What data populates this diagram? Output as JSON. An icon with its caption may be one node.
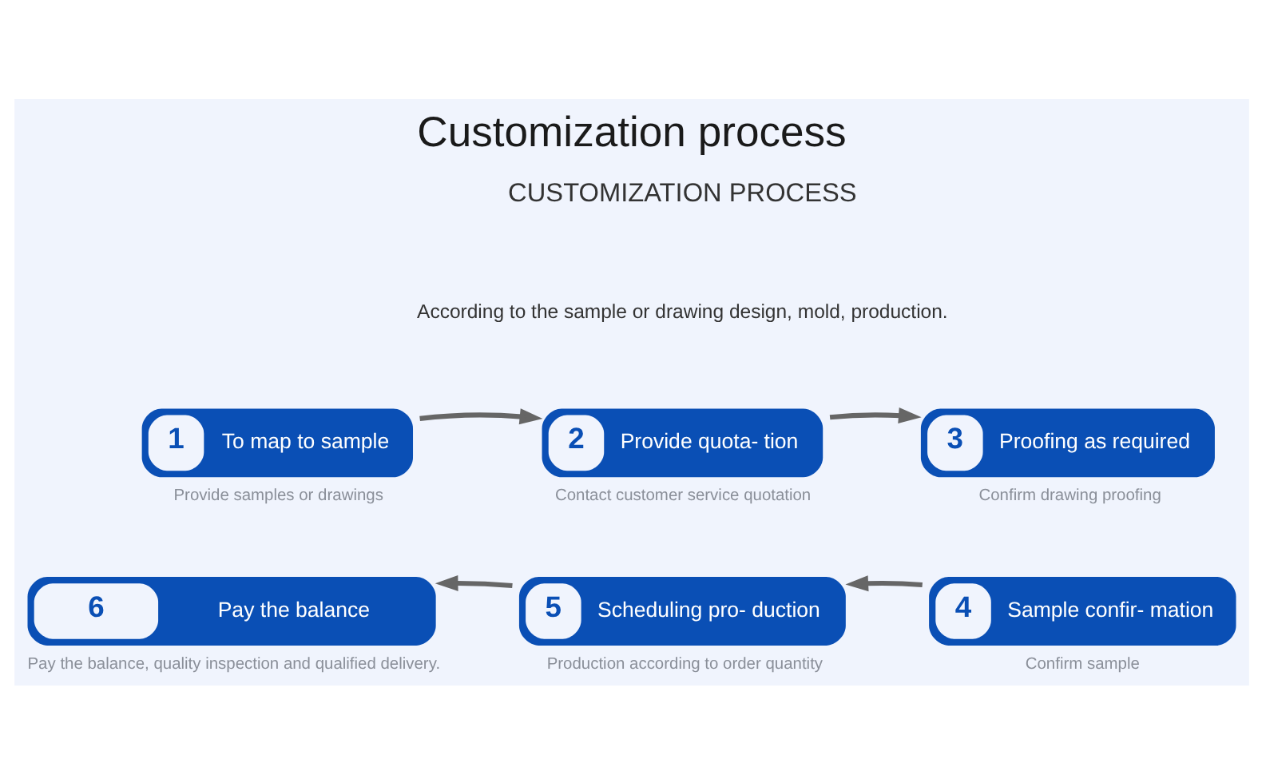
{
  "diagram": {
    "title": "Customization process",
    "nodes": [
      {
        "text": [
          "1",
          "To map to sample"
        ],
        "beside": [
          "Provide samples or drawings"
        ]
      },
      {
        "text": [
          "2",
          "Provide quota- tion"
        ],
        "beside": [
          "Contact customer service quotation"
        ]
      },
      {
        "text": [
          "3",
          "Proofing as required"
        ],
        "beside": [
          "Confirm drawing proofing"
        ]
      },
      {
        "text": [
          "4",
          "Sample confir- mation"
        ],
        "beside": [
          "Confirm sample"
        ]
      },
      {
        "text": [
          "5",
          "Scheduling pro- duction"
        ],
        "beside": [
          "Production according to order quantity"
        ]
      },
      {
        "text": [
          "6",
          "Pay the balance"
        ],
        "beside": [
          "Pay the balance, quality inspection and qualified delivery."
        ]
      }
    ],
    "edges": [
      {
        "from": 0,
        "to": 1,
        "arrow": "to"
      },
      {
        "from": 1,
        "to": 2,
        "arrow": "to"
      },
      {
        "from": 3,
        "to": 4,
        "arrow": "to"
      },
      {
        "from": 4,
        "to": 5,
        "arrow": "to"
      }
    ],
    "labels": [
      "CUSTOMIZATION PROCESS",
      "According to the sample or drawing design, mold, production."
    ]
  }
}
